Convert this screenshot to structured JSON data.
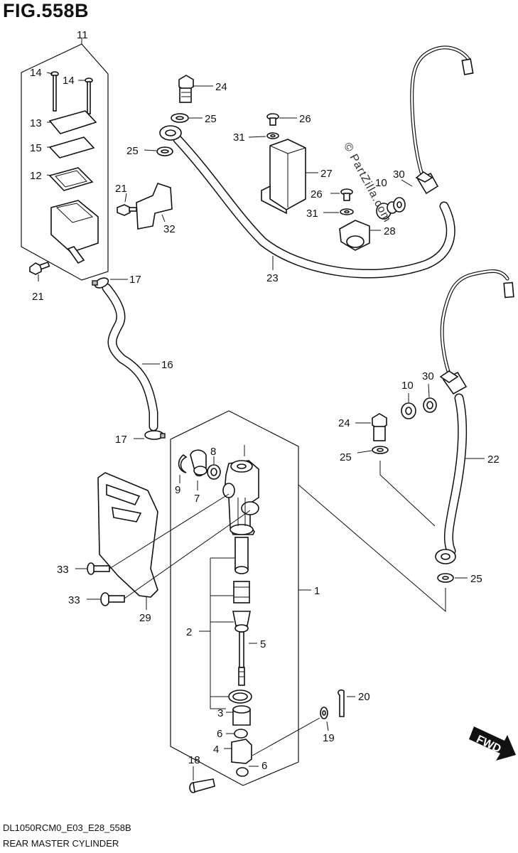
{
  "figure": {
    "title": "FIG.558B",
    "model_code": "DL1050RCM0_E03_E28_558B",
    "caption": "REAR MASTER CYLINDER",
    "watermark": "© PartZilla.com",
    "fwd_label": "FWD"
  },
  "callouts": {
    "n1": "1",
    "n2": "2",
    "n3": "3",
    "n4": "4",
    "n5": "5",
    "n6a": "6",
    "n6b": "6",
    "n7": "7",
    "n8": "8",
    "n9": "9",
    "n10a": "10",
    "n10b": "10",
    "n11": "11",
    "n12": "12",
    "n13": "13",
    "n14a": "14",
    "n14b": "14",
    "n15": "15",
    "n16": "16",
    "n17a": "17",
    "n17b": "17",
    "n18": "18",
    "n19": "19",
    "n20": "20",
    "n21a": "21",
    "n21b": "21",
    "n22": "22",
    "n23": "23",
    "n24a": "24",
    "n24b": "24",
    "n25a": "25",
    "n25b": "25",
    "n25c": "25",
    "n25d": "25",
    "n26a": "26",
    "n26b": "26",
    "n27": "27",
    "n28": "28",
    "n29": "29",
    "n30a": "30",
    "n30b": "30",
    "n31a": "31",
    "n31b": "31",
    "n32": "32",
    "n33a": "33",
    "n33b": "33"
  }
}
